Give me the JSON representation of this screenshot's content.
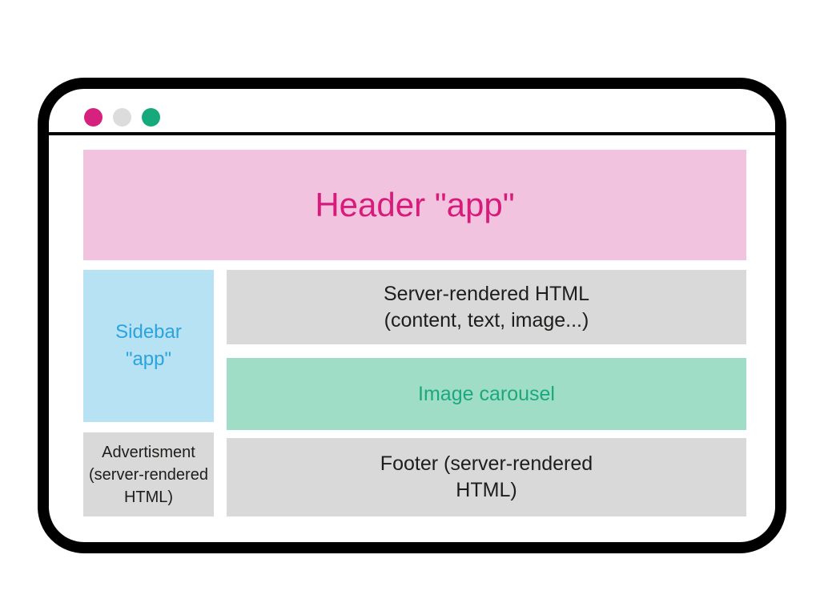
{
  "browser_window": {
    "frame_color": "#000000",
    "titlebar": {
      "traffic_lights": [
        {
          "icon": "pink-dot",
          "color": "#d6217e"
        },
        {
          "icon": "gray-dot",
          "color": "#dcdcdc"
        },
        {
          "icon": "green-dot",
          "color": "#16a97c"
        }
      ]
    }
  },
  "wireframe": {
    "header": {
      "label": "Header \"app\"",
      "bg": "#f2c3df",
      "text_color": "#d81b7b"
    },
    "sidebar": {
      "lines": [
        "Sidebar",
        "\"app\""
      ],
      "bg": "#b6e2f4",
      "text_color": "#2ba3de"
    },
    "server_html": {
      "lines": [
        "Server-rendered HTML",
        "(content, text, image...)"
      ],
      "bg": "#d9d9d9",
      "text_color": "#1d1d1b"
    },
    "image_carousel": {
      "label": "Image carousel",
      "bg": "#a0ddc7",
      "text_color": "#1ca87d"
    },
    "advertisment": {
      "lines": [
        "Advertisment",
        "(server-rendered",
        "HTML)"
      ],
      "bg": "#d9d9d9",
      "text_color": "#1d1d1b"
    },
    "footer": {
      "lines": [
        "Footer (server-rendered",
        "HTML)"
      ],
      "bg": "#d9d9d9",
      "text_color": "#1d1d1b"
    }
  }
}
